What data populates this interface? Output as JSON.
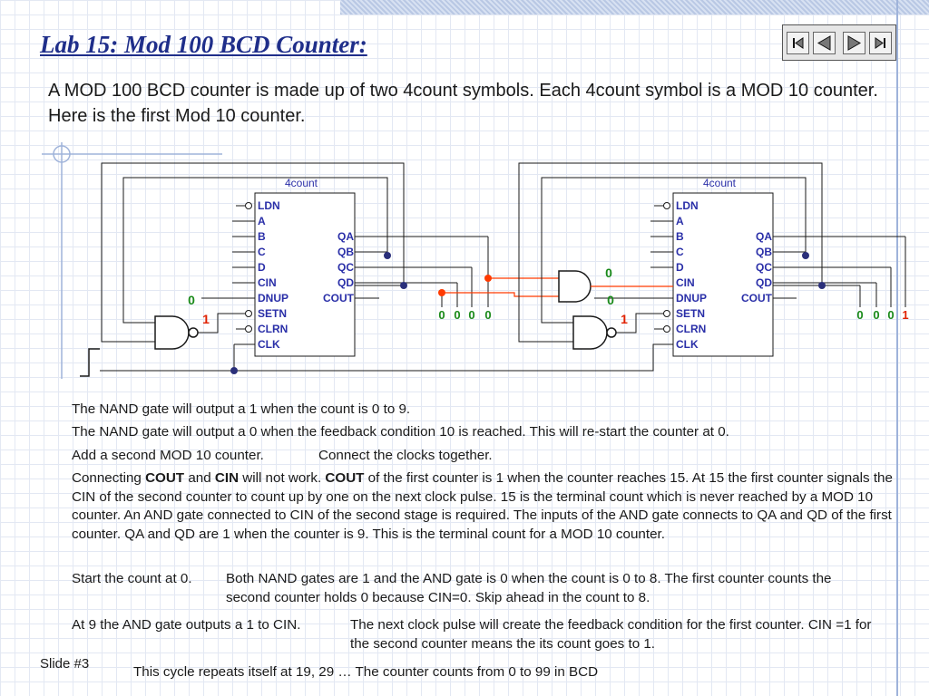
{
  "slide": {
    "title": "Lab 15: Mod 100 BCD Counter:",
    "intro": "A MOD 100 BCD counter is made up of two 4count symbols. Each 4count symbol is a MOD 10  counter. Here is the first Mod 10 counter.",
    "slide_number": "Slide #3",
    "footer": "This cycle repeats itself at 19, 29 … The counter counts from 0 to 99 in BCD"
  },
  "nav": {
    "first_icon": "first-slide-icon",
    "prev_icon": "previous-slide-icon",
    "next_icon": "next-slide-icon",
    "last_icon": "last-slide-icon"
  },
  "diagram": {
    "counter1": {
      "name": "4count",
      "inputs": [
        "LDN",
        "A",
        "B",
        "C",
        "D",
        "CIN",
        "DNUP",
        "SETN",
        "CLRN",
        "CLK"
      ],
      "outputs": [
        "QA",
        "QB",
        "QC",
        "QD",
        "COUT"
      ],
      "dnup_value": "0",
      "nand_out": "1",
      "out_bits": [
        "0",
        "0",
        "0",
        "0"
      ]
    },
    "counter2": {
      "name": "4count",
      "inputs": [
        "LDN",
        "A",
        "B",
        "C",
        "D",
        "CIN",
        "DNUP",
        "SETN",
        "CLRN",
        "CLK"
      ],
      "outputs": [
        "QA",
        "QB",
        "QC",
        "QD",
        "COUT"
      ],
      "and_out": "0",
      "dnup_value": "0",
      "nand_out": "1",
      "out_bits": [
        "0",
        "0",
        "0",
        "1"
      ]
    },
    "colors": {
      "wire": "#1a1a1a",
      "label": "#2a2fa8",
      "value_green": "#1a8a1a",
      "value_red": "#e02000",
      "feed": "#ff3a00"
    }
  },
  "text": {
    "p1": "The NAND gate will output a 1 when the count is 0 to 9.",
    "p2": "The NAND gate will output a 0 when the feedback condition 10 is reached. This will re-start the counter at 0.",
    "p3a": "Add a second MOD 10 counter.",
    "p3b": "Connect the clocks together.",
    "p4_1": "Connecting ",
    "p4_cout": "COUT",
    "p4_2": " and ",
    "p4_cin": "CIN",
    "p4_3": " will not work. ",
    "p4_cout2": "COUT",
    "p4_4": " of the first counter is 1 when the counter reaches 15. At 15 the first counter signals the CIN of the second counter to count up by one on the next clock pulse. 15 is the terminal count which is never reached by a MOD 10 counter. An AND gate connected to CIN of the second stage is required. The inputs of the AND gate connects to QA and QD of the first counter. QA and QD are 1 when the counter is 9. This is the terminal count for a MOD 10 counter.",
    "p5a": "Start the count at 0.",
    "p5b": "Both NAND gates are 1 and the AND gate is 0 when the count is 0 to 8. The first counter counts the second counter holds 0 because CIN=0. Skip ahead in the count to 8.",
    "p6a": "At 9 the AND gate outputs a 1 to CIN.",
    "p6b": "The next clock pulse will create the feedback condition for the first counter. CIN =1 for the second counter means the its count goes to 1."
  }
}
